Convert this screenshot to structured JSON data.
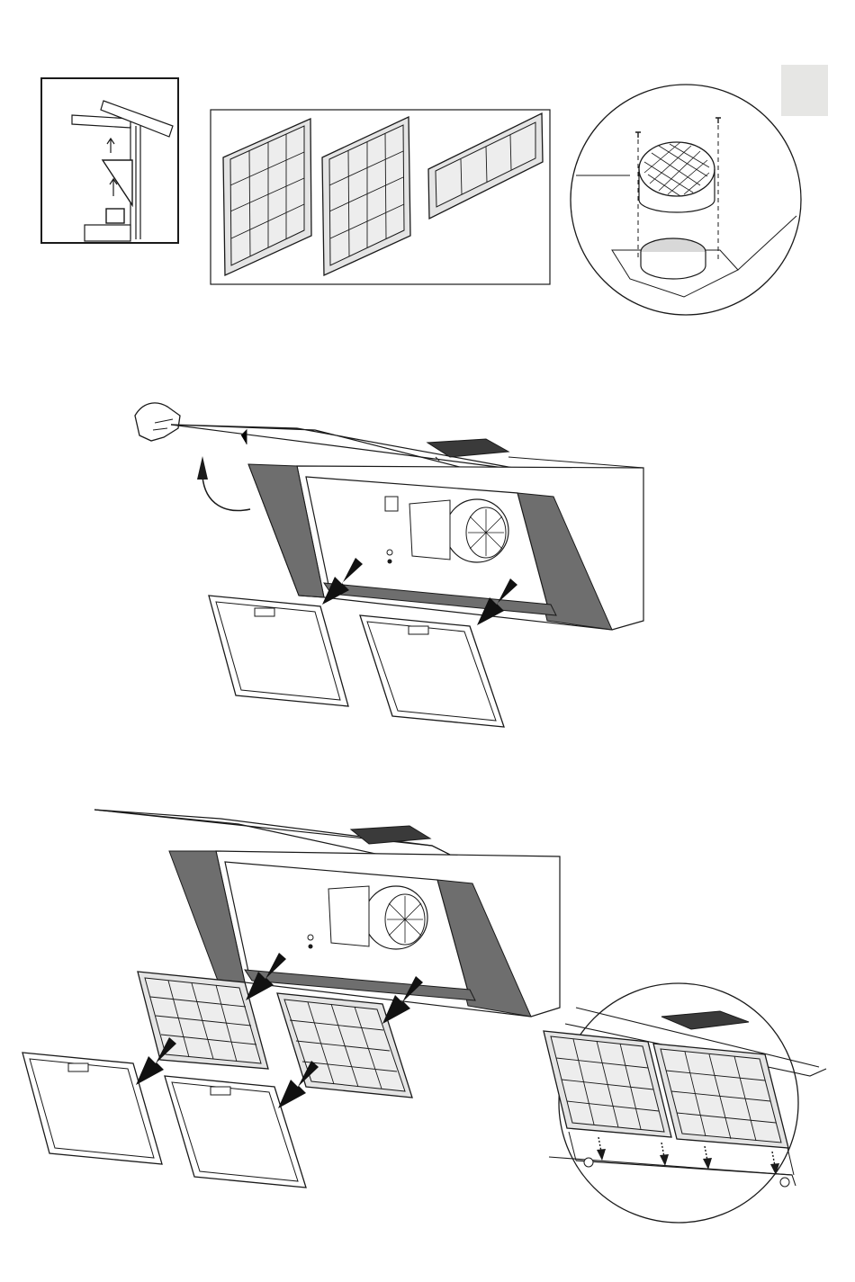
{
  "page": {
    "type": "manual-illustration-page",
    "text_content": []
  },
  "colors": {
    "line": "#1a1a1a",
    "filter_fill": "#ececec",
    "carbon_fill": "#e2e2e2",
    "side_panel": "#6e6e6e",
    "page_tab": "#e6e6e4",
    "arrow": "#111111"
  },
  "figures": [
    {
      "id": "recirculation-icon"
    },
    {
      "id": "carbon-filter-set",
      "count": 3
    },
    {
      "id": "duct-grille-detail",
      "screws": 2
    },
    {
      "id": "remove-grease-filters",
      "filters": 2
    },
    {
      "id": "fit-carbon-filters",
      "grease_filters": 2,
      "carbon_filters": 2
    },
    {
      "id": "carbon-filter-detail",
      "filters": 2,
      "clips": 4
    }
  ]
}
